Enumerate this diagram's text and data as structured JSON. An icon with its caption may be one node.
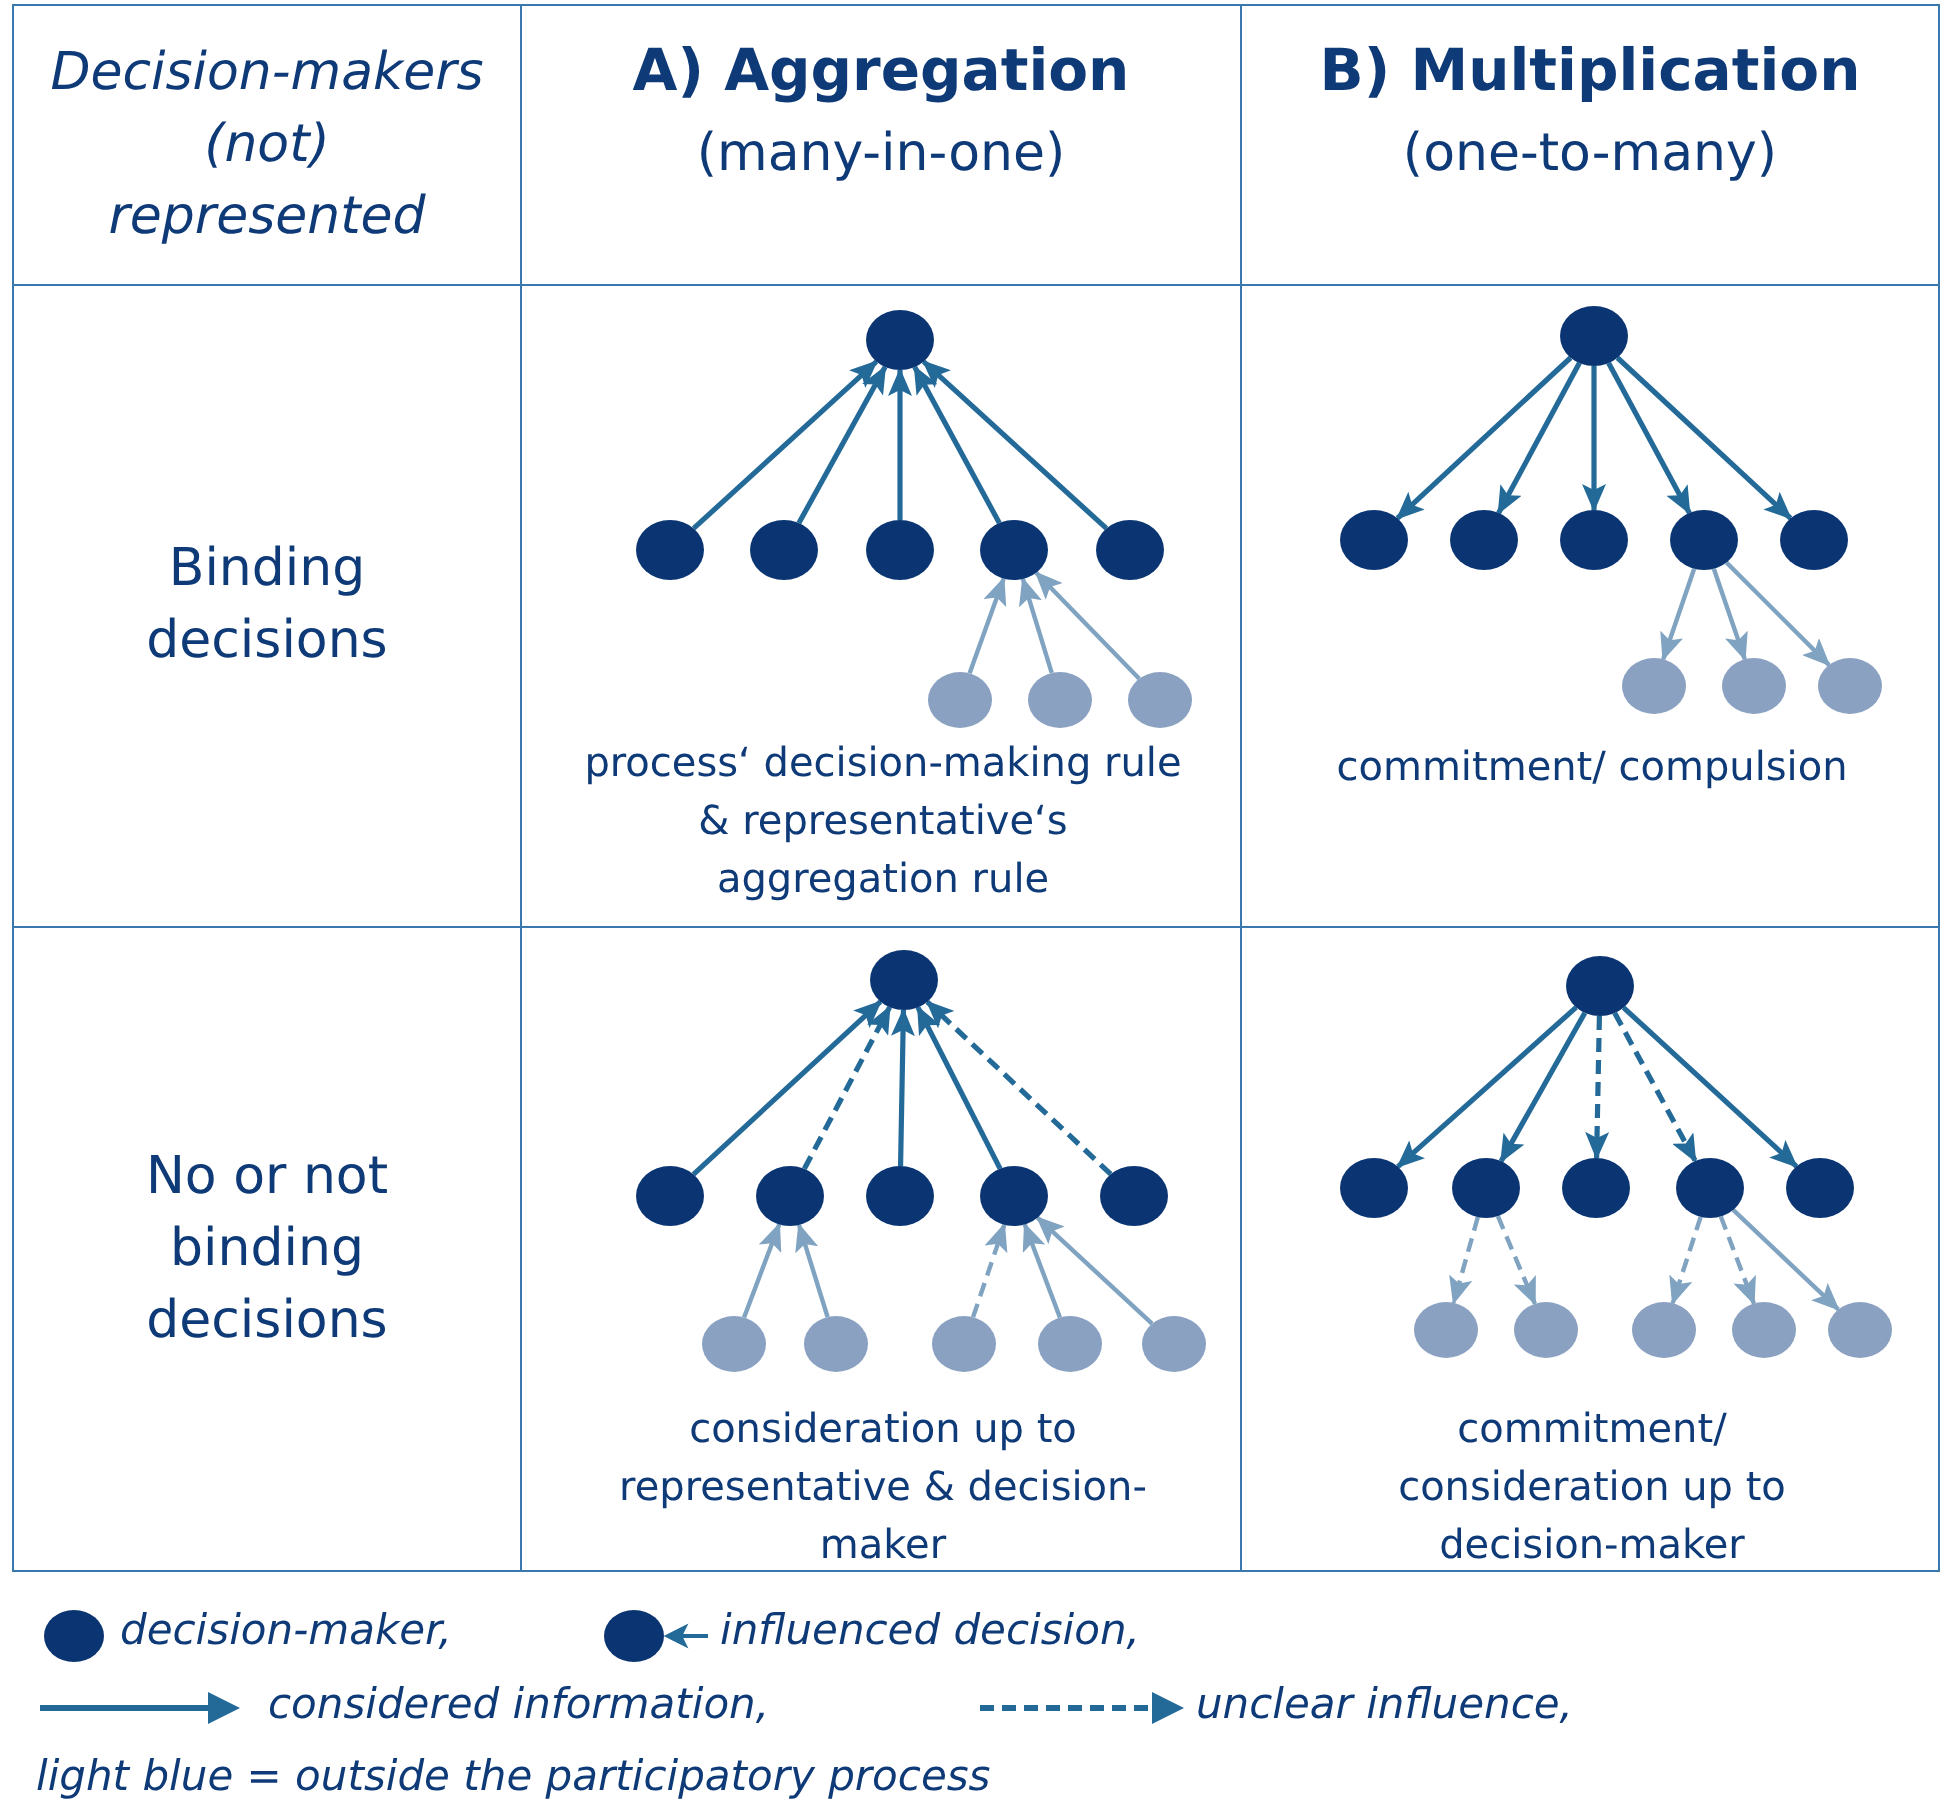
{
  "diagram": {
    "nodes": [
      {
        "text": [
          "Decision-makers (not) represented"
        ]
      },
      {
        "text": [
          "A) Aggregation",
          "(many-in-one)"
        ]
      },
      {
        "text": [
          "B) Multiplication",
          "(one-to-many)"
        ]
      },
      {
        "text": [
          "Binding decisions"
        ]
      },
      {
        "text": [
          "process‘ decision-making rule & representative‘s aggregation rule"
        ]
      },
      {
        "text": [],
        "shape": "circle",
        "in": 4
      },
      {
        "text": [],
        "shape": "circle",
        "in": 4
      },
      {
        "text": [],
        "shape": "circle",
        "in": 4
      },
      {
        "text": [],
        "shape": "circle",
        "in": 4
      },
      {
        "text": [],
        "shape": "circle",
        "in": 4
      },
      {
        "text": [],
        "shape": "circle",
        "in": 4
      },
      {
        "text": [],
        "shape": "circle",
        "in": 4
      },
      {
        "text": [],
        "shape": "circle",
        "in": 4
      },
      {
        "text": [],
        "shape": "circle",
        "in": 4
      },
      {
        "text": [
          "commitment/ compulsion"
        ]
      },
      {
        "text": [],
        "shape": "circle",
        "in": 14
      },
      {
        "text": [],
        "shape": "circle",
        "in": 14
      },
      {
        "text": [],
        "shape": "circle",
        "in": 14
      },
      {
        "text": [],
        "shape": "circle",
        "in": 14
      },
      {
        "text": [],
        "shape": "circle",
        "in": 14
      },
      {
        "text": [],
        "shape": "circle",
        "in": 14
      },
      {
        "text": [],
        "shape": "circle",
        "in": 14
      },
      {
        "text": [],
        "shape": "circle",
        "in": 14
      },
      {
        "text": [],
        "shape": "circle",
        "in": 14
      },
      {
        "text": [
          "No or not binding decisions"
        ]
      },
      {
        "text": [
          "consideration up to representative & decision-maker"
        ]
      },
      {
        "text": [],
        "shape": "circle",
        "in": 25
      },
      {
        "text": [],
        "shape": "circle",
        "in": 25
      },
      {
        "text": [],
        "shape": "circle",
        "in": 25
      },
      {
        "text": [],
        "shape": "circle",
        "in": 25
      },
      {
        "text": [],
        "shape": "circle",
        "in": 25
      },
      {
        "text": [],
        "shape": "circle",
        "in": 25
      },
      {
        "text": [],
        "shape": "circle",
        "in": 25
      },
      {
        "text": [],
        "shape": "circle",
        "in": 25
      },
      {
        "text": [],
        "shape": "circle",
        "in": 25
      },
      {
        "text": [],
        "shape": "circle",
        "in": 25
      },
      {
        "text": [],
        "shape": "circle",
        "in": 25
      },
      {
        "text": [
          "commitment/ consideration up to decision-maker"
        ]
      },
      {
        "text": [],
        "shape": "circle",
        "in": 37
      },
      {
        "text": [],
        "shape": "circle",
        "in": 37
      },
      {
        "text": [],
        "shape": "circle",
        "in": 37
      },
      {
        "text": [],
        "shape": "circle",
        "in": 37
      },
      {
        "text": [],
        "shape": "circle",
        "in": 37
      },
      {
        "text": [],
        "shape": "circle",
        "in": 37
      },
      {
        "text": [],
        "shape": "circle",
        "in": 37
      },
      {
        "text": [],
        "shape": "circle",
        "in": 37
      },
      {
        "text": [],
        "shape": "circle",
        "in": 37
      },
      {
        "text": [],
        "shape": "circle",
        "in": 37
      },
      {
        "text": [],
        "shape": "circle",
        "in": 37
      }
    ],
    "edges": [
      {
        "from": 6,
        "to": 5,
        "arrow": "to"
      },
      {
        "from": 7,
        "to": 5,
        "arrow": "to"
      },
      {
        "from": 8,
        "to": 5,
        "arrow": "to"
      },
      {
        "from": 9,
        "to": 5,
        "arrow": "to"
      },
      {
        "from": 10,
        "to": 5,
        "arrow": "to"
      },
      {
        "from": 11,
        "to": 9,
        "arrow": "to",
        "color": "#7fa3c0"
      },
      {
        "from": 12,
        "to": 9,
        "arrow": "to",
        "color": "#7fa3c0"
      },
      {
        "from": 13,
        "to": 9,
        "arrow": "to",
        "color": "#7fa3c0"
      },
      {
        "from": 15,
        "to": 16,
        "arrow": "to"
      },
      {
        "from": 15,
        "to": 17,
        "arrow": "to"
      },
      {
        "from": 15,
        "to": 18,
        "arrow": "to"
      },
      {
        "from": 15,
        "to": 19,
        "arrow": "to"
      },
      {
        "from": 15,
        "to": 20,
        "arrow": "to"
      },
      {
        "from": 19,
        "to": 21,
        "arrow": "to",
        "color": "#7fa3c0"
      },
      {
        "from": 19,
        "to": 22,
        "arrow": "to",
        "color": "#7fa3c0"
      },
      {
        "from": 19,
        "to": 23,
        "arrow": "to",
        "color": "#7fa3c0"
      },
      {
        "from": 27,
        "to": 26,
        "arrow": "to"
      },
      {
        "from": 28,
        "to": 26,
        "arrow": "to",
        "style": "dashed"
      },
      {
        "from": 29,
        "to": 26,
        "arrow": "to"
      },
      {
        "from": 30,
        "to": 26,
        "arrow": "to"
      },
      {
        "from": 31,
        "to": 26,
        "arrow": "to",
        "style": "dashed"
      },
      {
        "from": 32,
        "to": 28,
        "arrow": "to",
        "color": "#7fa3c0"
      },
      {
        "from": 33,
        "to": 28,
        "arrow": "to",
        "color": "#7fa3c0"
      },
      {
        "from": 34,
        "to": 30,
        "arrow": "to",
        "style": "dashed",
        "color": "#7fa3c0"
      },
      {
        "from": 35,
        "to": 30,
        "arrow": "to",
        "color": "#7fa3c0"
      },
      {
        "from": 36,
        "to": 30,
        "arrow": "to",
        "color": "#7fa3c0"
      },
      {
        "from": 38,
        "to": 39,
        "arrow": "to"
      },
      {
        "from": 38,
        "to": 40,
        "arrow": "to"
      },
      {
        "from": 38,
        "to": 41,
        "arrow": "to",
        "style": "dashed"
      },
      {
        "from": 38,
        "to": 42,
        "arrow": "to",
        "style": "dashed"
      },
      {
        "from": 38,
        "to": 43,
        "arrow": "to"
      },
      {
        "from": 40,
        "to": 44,
        "arrow": "to",
        "style": "dashed",
        "color": "#7fa3c0"
      },
      {
        "from": 40,
        "to": 45,
        "arrow": "to",
        "style": "dashed",
        "color": "#7fa3c0"
      },
      {
        "from": 42,
        "to": 46,
        "arrow": "to",
        "style": "dashed",
        "color": "#7fa3c0"
      },
      {
        "from": 42,
        "to": 47,
        "arrow": "to",
        "style": "dashed",
        "color": "#7fa3c0"
      },
      {
        "from": 42,
        "to": 48,
        "arrow": "to",
        "color": "#7fa3c0"
      }
    ],
    "labels": [
      "light blue = outside the participatory process"
    ],
    "legend": [
      {
        "text": "decision-maker,"
      },
      {
        "text": "influenced decision,"
      },
      {
        "text": "considered information,"
      },
      {
        "text": "unclear influence,"
      }
    ]
  }
}
